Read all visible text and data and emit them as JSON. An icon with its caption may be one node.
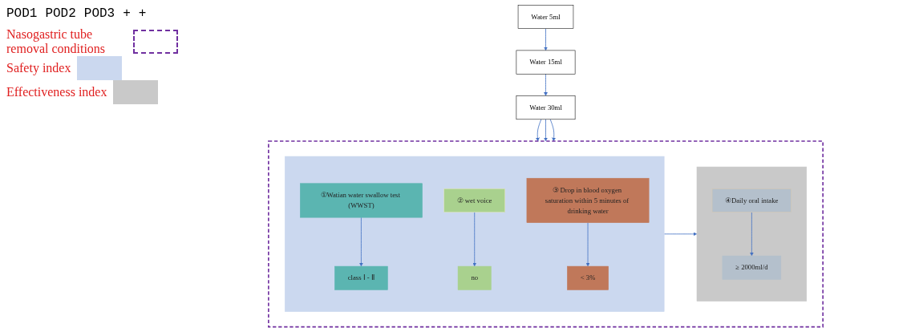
{
  "diagram": {
    "nodes": [
      {
        "text": [
          "Water 5ml"
        ]
      },
      {
        "text": [
          "Water 15ml"
        ]
      },
      {
        "text": [
          "Water 30ml"
        ]
      },
      {
        "text": [],
        "shape": "box"
      },
      {
        "text": [],
        "shape": "box",
        "in": 3
      },
      {
        "text": [
          "①Watian water swallow test (WWST)"
        ],
        "in": 4
      },
      {
        "text": [
          "② wet voice"
        ],
        "in": 4
      },
      {
        "text": [
          "③ Drop in blood oxygen saturation within 5 minutes of drinking water"
        ],
        "in": 4
      },
      {
        "text": [
          "class Ⅰ - Ⅱ"
        ],
        "in": 4
      },
      {
        "text": [
          "no"
        ],
        "in": 4
      },
      {
        "text": [
          "< 3%"
        ],
        "in": 4
      },
      {
        "text": [],
        "shape": "box",
        "in": 3
      },
      {
        "text": [
          "④Daily oral intake"
        ],
        "in": 11
      },
      {
        "text": [
          "≥ 2000ml/d"
        ],
        "in": 11
      }
    ],
    "edges": [
      {
        "from": 0,
        "to": 1,
        "arrow": "to"
      },
      {
        "from": 1,
        "to": 2,
        "arrow": "to"
      },
      {
        "from": 2,
        "to": 3,
        "arrow": "to"
      },
      {
        "from": 2,
        "to": 3,
        "arrow": "to"
      },
      {
        "from": 2,
        "to": 3,
        "arrow": "to"
      },
      {
        "from": 5,
        "to": 8,
        "arrow": "to"
      },
      {
        "from": 6,
        "to": 9,
        "arrow": "to"
      },
      {
        "from": 7,
        "to": 10,
        "arrow": "to"
      },
      {
        "from": 4,
        "to": 11,
        "arrow": "to"
      },
      {
        "from": 12,
        "to": 13,
        "arrow": "to"
      }
    ],
    "labels": [
      "POD1",
      "POD2",
      "POD3",
      "+",
      "+"
    ],
    "legend": [
      {
        "text": "Nasogastric tube removal conditions"
      },
      {
        "text": "Safety index",
        "color": "#cbd8ef"
      },
      {
        "text": "Effectiveness index",
        "color": "#c9c9c9"
      }
    ]
  }
}
